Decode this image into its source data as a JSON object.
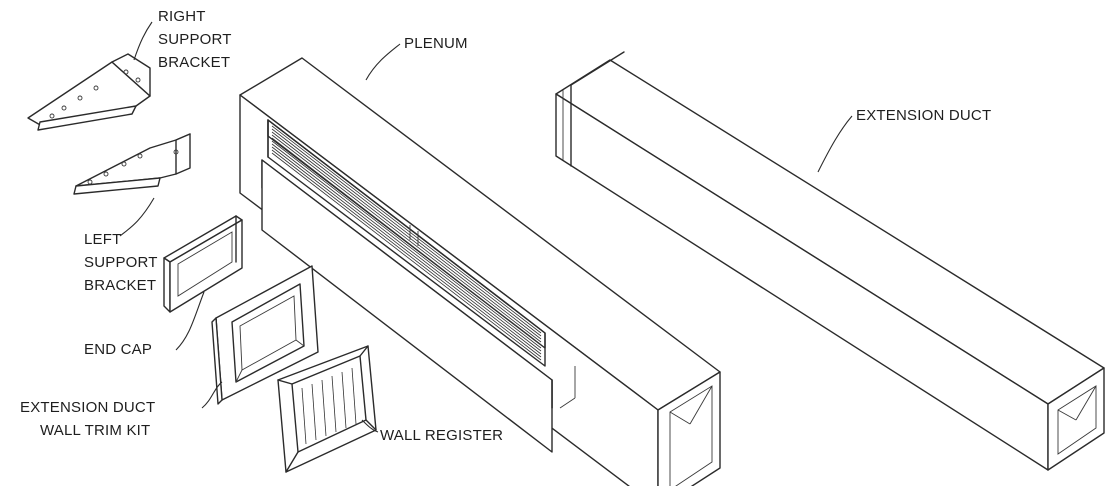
{
  "labels": {
    "right_support_bracket": [
      "RIGHT",
      "SUPPORT",
      "BRACKET"
    ],
    "left_support_bracket": [
      "LEFT",
      "SUPPORT",
      "BRACKET"
    ],
    "end_cap": "END CAP",
    "extension_duct_wall_trim_kit": [
      "EXTENSION DUCT",
      "WALL TRIM KIT"
    ],
    "wall_register": "WALL REGISTER",
    "plenum": "PLENUM",
    "extension_duct": "EXTENSION DUCT"
  },
  "colors": {
    "line": "#2b2b2b",
    "background": "#ffffff"
  }
}
